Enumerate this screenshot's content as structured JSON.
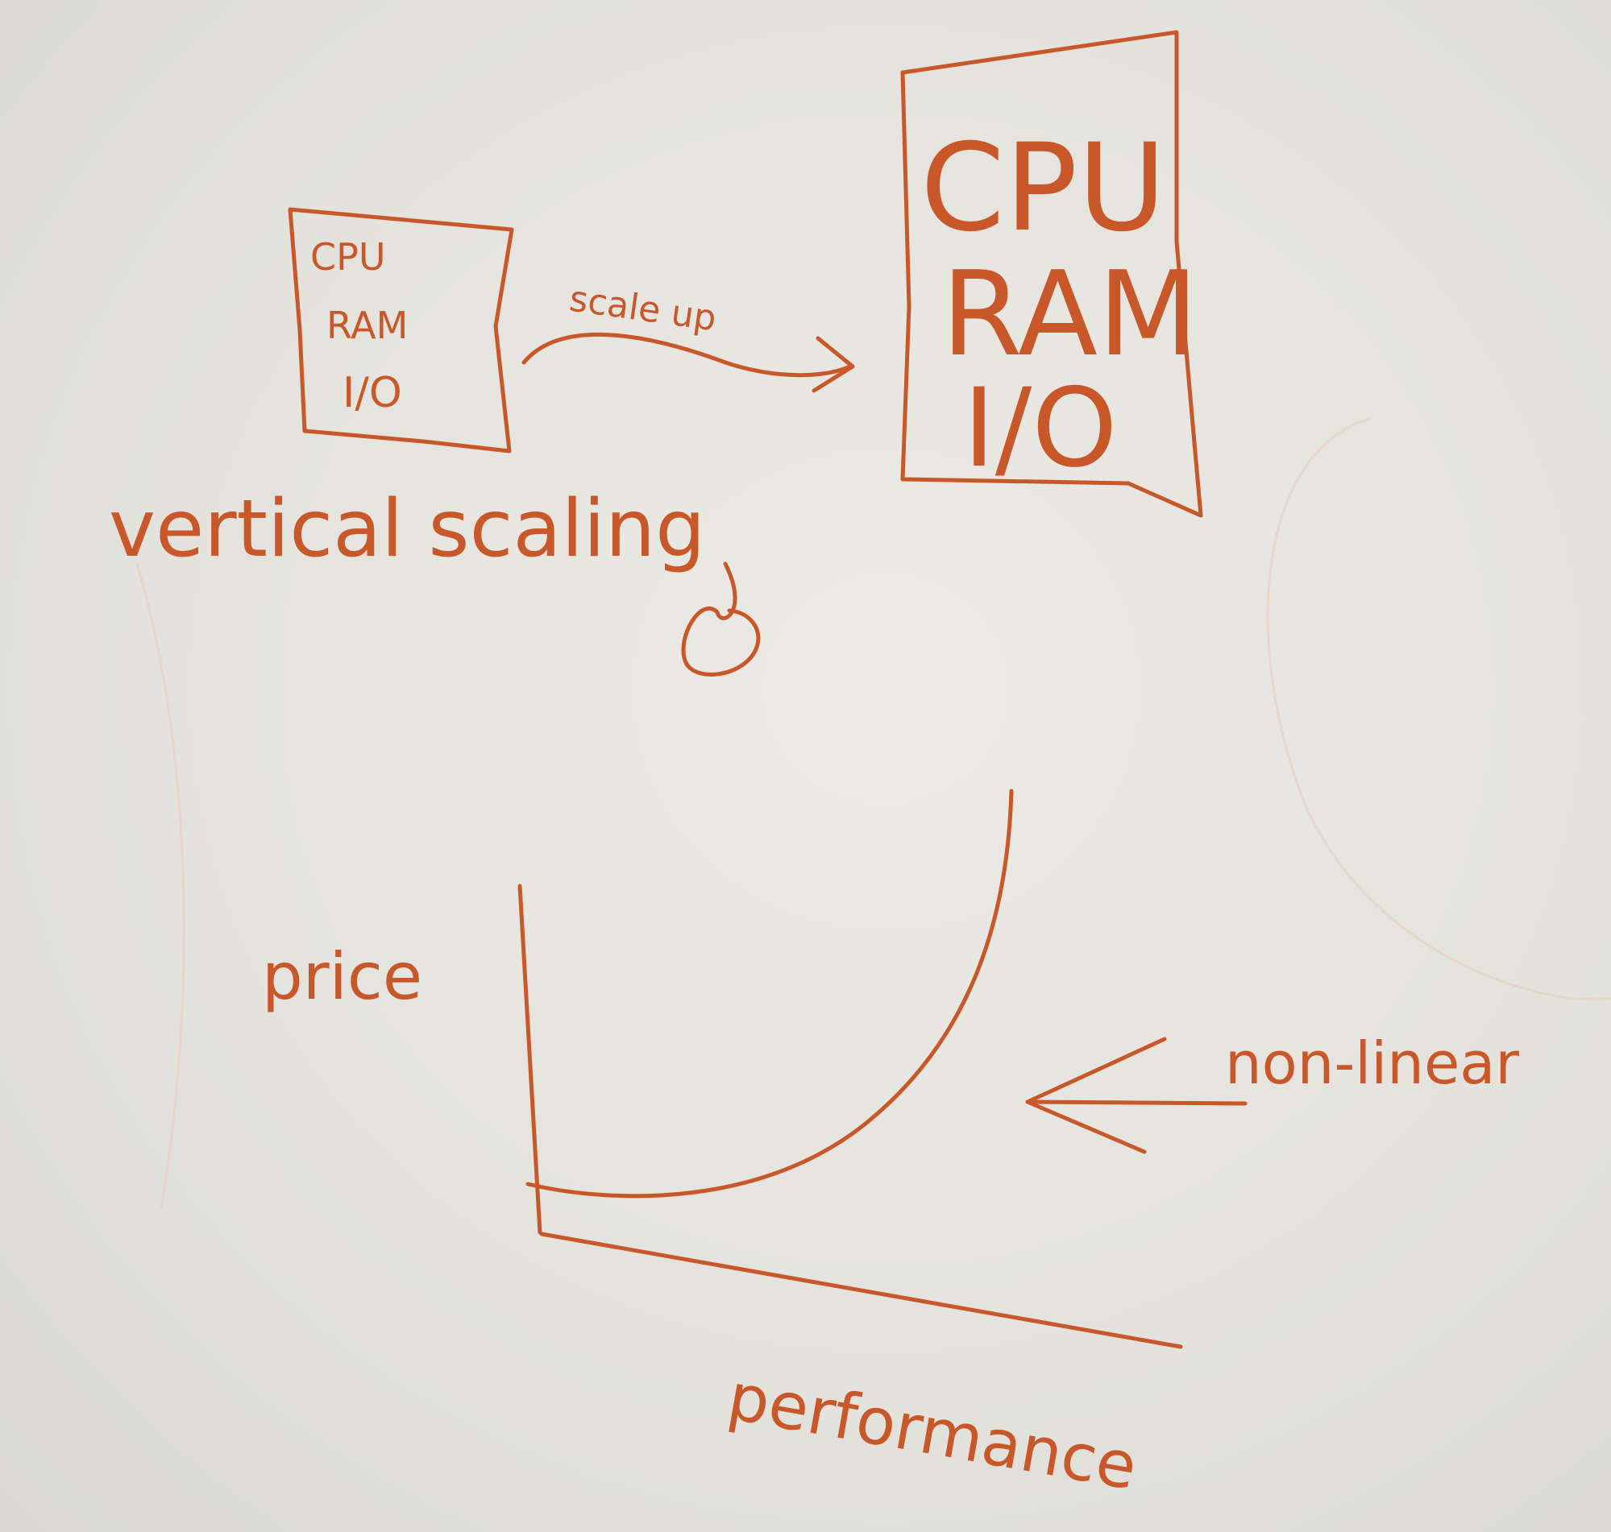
{
  "colors": {
    "ink": "#c8582a",
    "board": "#e4e3dd"
  },
  "small_box": {
    "line1": "CPU",
    "line2": "RAM",
    "line3": "I/O"
  },
  "arrow_label": "scale up",
  "large_box": {
    "line1": "CPU",
    "line2": "RAM",
    "line3": "I/O"
  },
  "caption": "vertical scaling",
  "graph": {
    "ylabel": "price",
    "xlabel": "performance",
    "annotation": "non-linear"
  }
}
